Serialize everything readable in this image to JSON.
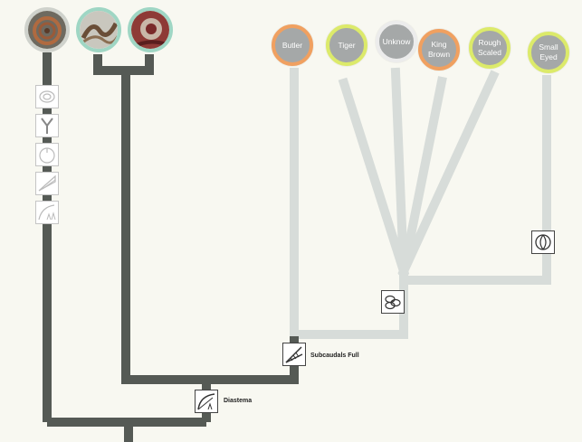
{
  "colors": {
    "background": "#f8f8f1",
    "active_branch": "#555a55",
    "inactive_branch": "#d7dcd9",
    "node_fill": "#a5a8a8",
    "ring_orange": "#f0a060",
    "ring_yellow": "#dcea6a",
    "ring_gray": "#ececec"
  },
  "species_nodes": [
    {
      "label": "Butler",
      "ring": "orange"
    },
    {
      "label": "Tiger",
      "ring": "yellow"
    },
    {
      "label": "Unknow",
      "ring": "gray"
    },
    {
      "label": "King Brown",
      "ring": "orange"
    },
    {
      "label": "Rough Scaled",
      "ring": "yellow"
    },
    {
      "label": "Small Eyed",
      "ring": "yellow"
    }
  ],
  "photo_nodes": [
    {
      "icon": "snake-coiled-photo-icon",
      "ring": "gray"
    },
    {
      "icon": "snake-brown-photo-icon",
      "ring": "teal"
    },
    {
      "icon": "snake-red-photo-icon",
      "ring": "teal"
    }
  ],
  "trait_labels": {
    "subcaudals": "Subcaudals Full",
    "diastema": "Diastema"
  },
  "trait_icons": {
    "left_column": [
      "eye-oval-trait-icon",
      "fork-tongue-trait-icon",
      "circle-tail-trait-icon",
      "scale-wedge-trait-icon",
      "fang-trait-icon"
    ],
    "subcaudals": "subcaudal-scales-trait-icon",
    "diastema": "diastema-trait-icon",
    "scales_cluster": "scale-cluster-trait-icon",
    "small_eye": "small-eye-trait-icon"
  }
}
